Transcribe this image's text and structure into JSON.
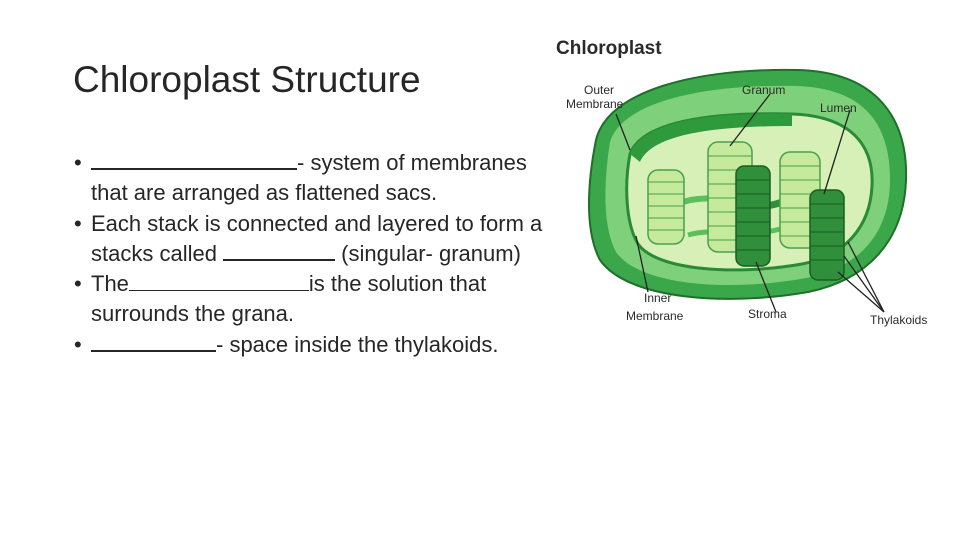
{
  "slide": {
    "title": "Chloroplast Structure",
    "bullets": [
      {
        "before": "",
        "after": "- system of membranes that are arranged as flattened sacs."
      },
      {
        "before": "Each stack is connected and layered to form a stacks called ",
        "after": " (singular- granum)"
      },
      {
        "before": "The",
        "after": "is the solution that surrounds the grana."
      },
      {
        "before": "",
        "after": "- space inside the thylakoids."
      }
    ]
  },
  "diagram": {
    "title": "Chloroplast",
    "labels": {
      "outer_membrane_1": "Outer",
      "outer_membrane_2": "Membrane",
      "granum": "Granum",
      "lumen": "Lumen",
      "inner_membrane_1": "Inner",
      "inner_membrane_2": "Membrane",
      "stroma": "Stroma",
      "thylakoids": "Thylakoids"
    },
    "colors": {
      "outer_green": "#3aa84a",
      "light_green": "#c9eaa8",
      "dark_green": "#1f7a2e",
      "stack_green": "#a8dc7a"
    }
  }
}
